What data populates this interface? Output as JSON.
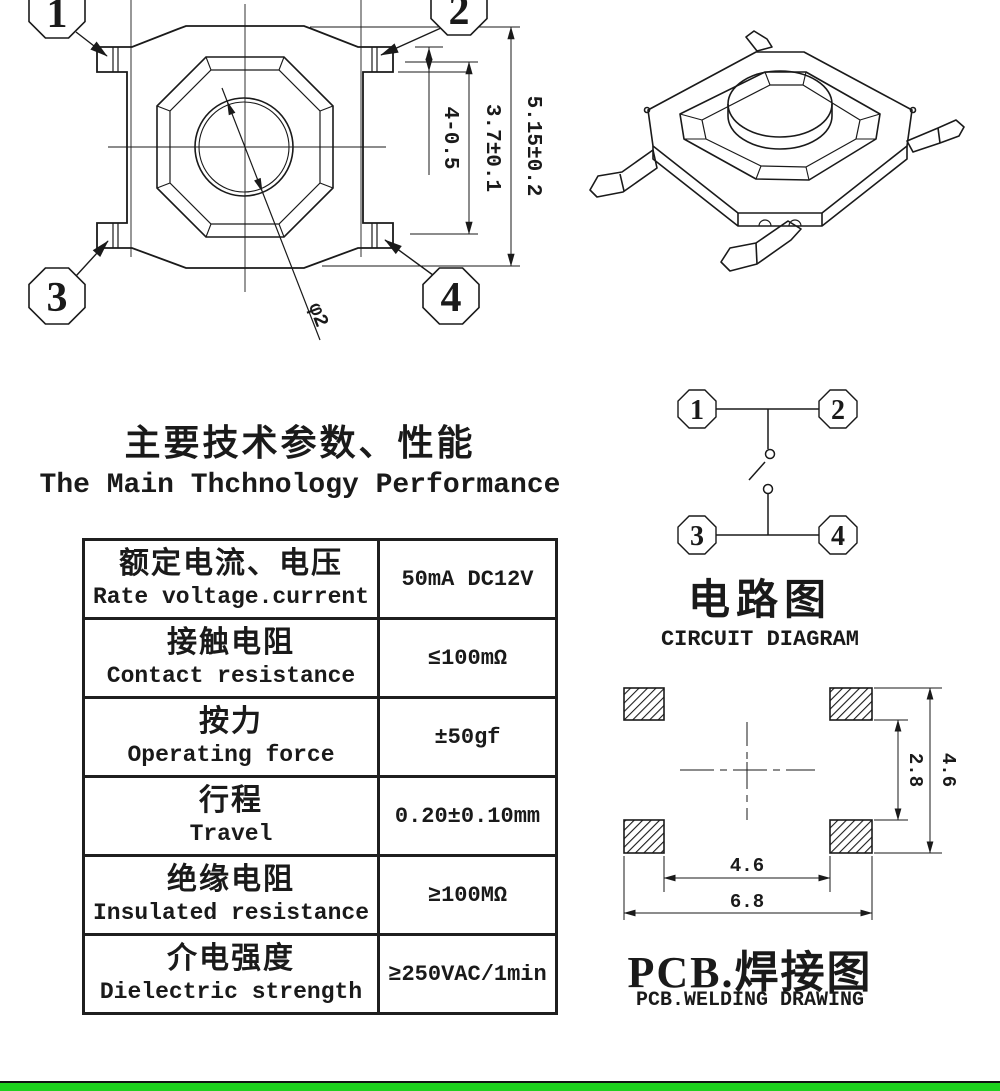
{
  "colors": {
    "line": "#1a1a1a",
    "footer_green": "#1dd11d"
  },
  "top_view": {
    "callout_1": "1",
    "callout_2": "2",
    "callout_3": "3",
    "callout_4": "4",
    "dim_lead": "4-0.5",
    "dim_inner": "3.7±0.1",
    "dim_outer": "5.15±0.2",
    "dim_button": "φ2"
  },
  "title": {
    "zh": "主要技术参数、性能",
    "en": "The Main Thchnology Performance"
  },
  "table": {
    "rows": [
      {
        "zh": "额定电流、电压",
        "en": "Rate voltage.current",
        "value": "50mA DC12V"
      },
      {
        "zh": "接触电阻",
        "en": "Contact resistance",
        "value": "≤100mΩ"
      },
      {
        "zh": "按力",
        "en": "Operating force",
        "value": "±50gf"
      },
      {
        "zh": "行程",
        "en": "Travel",
        "value": "0.20±0.10mm"
      },
      {
        "zh": "绝缘电阻",
        "en": "Insulated resistance",
        "value": "≥100MΩ"
      },
      {
        "zh": "介电强度",
        "en": "Dielectric strength",
        "value": "≥250VAC/1min"
      }
    ]
  },
  "circuit": {
    "pin_1": "1",
    "pin_2": "2",
    "pin_3": "3",
    "pin_4": "4",
    "label_zh": "电路图",
    "label_en": "CIRCUIT DIAGRAM"
  },
  "pcb": {
    "dim_inner_v": "2.8",
    "dim_outer_v": "4.6",
    "dim_inner_h": "4.6",
    "dim_outer_h": "6.8",
    "label_zh": "PCB.焊接图",
    "label_en": "PCB.WELDING DRAWING"
  }
}
